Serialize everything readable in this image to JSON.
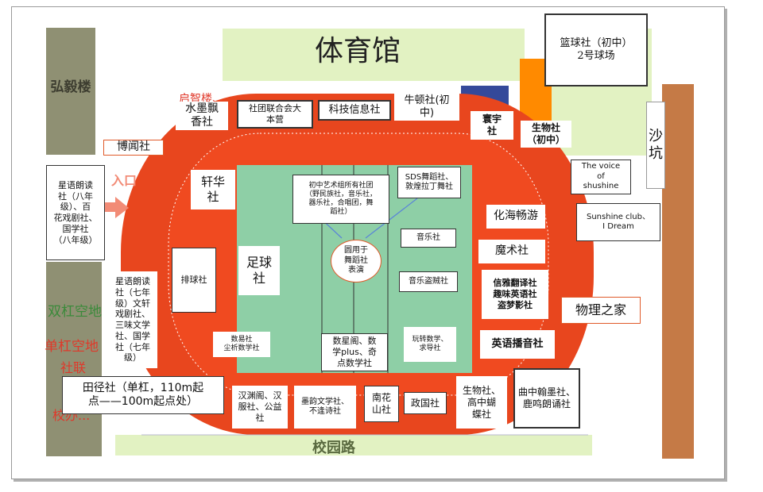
{
  "map": {
    "gym": "体育馆",
    "hongyi_building": "弘毅楼",
    "campus_road": "校园路",
    "basketball": "篮球社（初中）\n2号球场",
    "sandpit": "沙\n坑",
    "entrance": "入口",
    "parallel_bars": "双杠空地",
    "single_bar_lines": [
      "单杠空地",
      "社联",
      "校办..."
    ]
  },
  "clubs": {
    "qizhi": "启智楼、",
    "moxiang": "水墨飘\n香社",
    "union_camp": "社团联合会大\n本营",
    "tech": "科技信息社",
    "newton": "牛顿社(初\n中)",
    "huanyu": "寰宇\n社",
    "biology_junior": "生物社\n（初中）",
    "bowen": "博闻社",
    "xingyu_8": "星语朗读\n社（八年\n级）、百\n花戏剧社、\n国学社\n（八年级）",
    "xuanhua": "轩华\n社",
    "arts_junior": "初中艺术组所有社团\n（野民族社，音乐社，\n器乐社，合唱团，舞\n蹈社）",
    "sds_dance": "SDS舞蹈社、\n敦煌拉丁舞社",
    "voice_of_shushine": "The voice\nof\nshushine",
    "sunshine": "Sunshine club、\nI Dream",
    "huahai": "化海畅游",
    "circle_dance": "圆用于\n舞蹈社\n表演",
    "music": "音乐社",
    "magic": "魔术社",
    "volleyball": "排球社",
    "football": "足球\n社",
    "music_pirate": "音乐盗贼社",
    "translation": "信雅翻译社\n趣味英语社\n盗梦影社",
    "physics": "物理之家",
    "xingyu_7": "星语朗读\n社（七年\n级）文轩\n戏剧社、\n三味文学\n社、国学\n社（七年\n级）",
    "math_easy": "数易社\n尘析数学社",
    "math_star": "数星阁、数\n学plus、奇\n点数学社",
    "math_play": "玩转数学、\n求导社",
    "english_radio": "英语播音社",
    "track": "田径社（单杠，110m起\n点——100m起点处）",
    "hanyuan": "汉渊阁、汉\n服社、公益\n社",
    "moyun": "墨韵文学社、\n不逢诗社",
    "nanhua": "南花\n山社",
    "politics": "政国社",
    "biology_senior": "生物社、\n高中蝴\n蝶社",
    "qumo": "曲中翰墨社、\n鹿鸣朗诵社"
  },
  "colors": {
    "track": "#e8461e",
    "field": "#8ecfa6",
    "lawn": "#e2f2c2",
    "olive": "#8f9073",
    "brown": "#c57a46",
    "orange": "#ff8a00",
    "navy": "#34499a",
    "red_text": "#e0382a"
  }
}
